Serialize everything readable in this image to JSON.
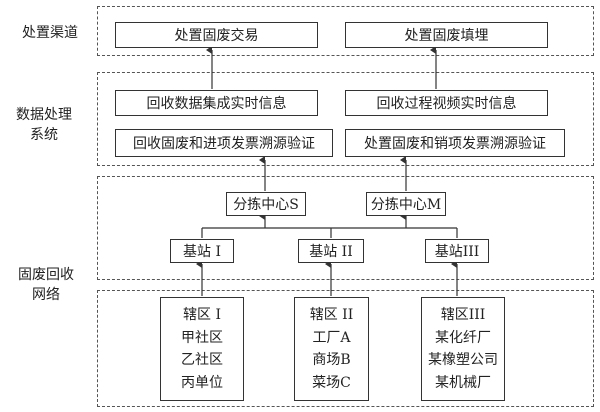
{
  "layers": {
    "channel_label": "处置渠道",
    "system_label_1": "数据处理",
    "system_label_2": "系统",
    "network_label_1": "固废回收",
    "network_label_2": "网络"
  },
  "channel": {
    "trade": "处置固废交易",
    "landfill": "处置固废填埋"
  },
  "system": {
    "collect": "回收数据集成实时信息",
    "video": "回收过程视频实时信息",
    "verify_in": "回收固废和进项发票溯源验证",
    "verify_out": "处置固废和销项发票溯源验证"
  },
  "sorting": {
    "s": "分拣中心S",
    "m": "分拣中心M"
  },
  "stations": {
    "one": "基站 I",
    "two": "基站 II",
    "three": "基站III"
  },
  "districts": [
    {
      "title": "辖区 I",
      "items": [
        "甲社区",
        "乙社区",
        "丙单位"
      ]
    },
    {
      "title": "辖区 II",
      "items": [
        "工厂A",
        "商场B",
        "菜场C"
      ]
    },
    {
      "title": "辖区III",
      "items": [
        "某化纤厂",
        "某橡塑公司",
        "某机械厂"
      ]
    }
  ]
}
